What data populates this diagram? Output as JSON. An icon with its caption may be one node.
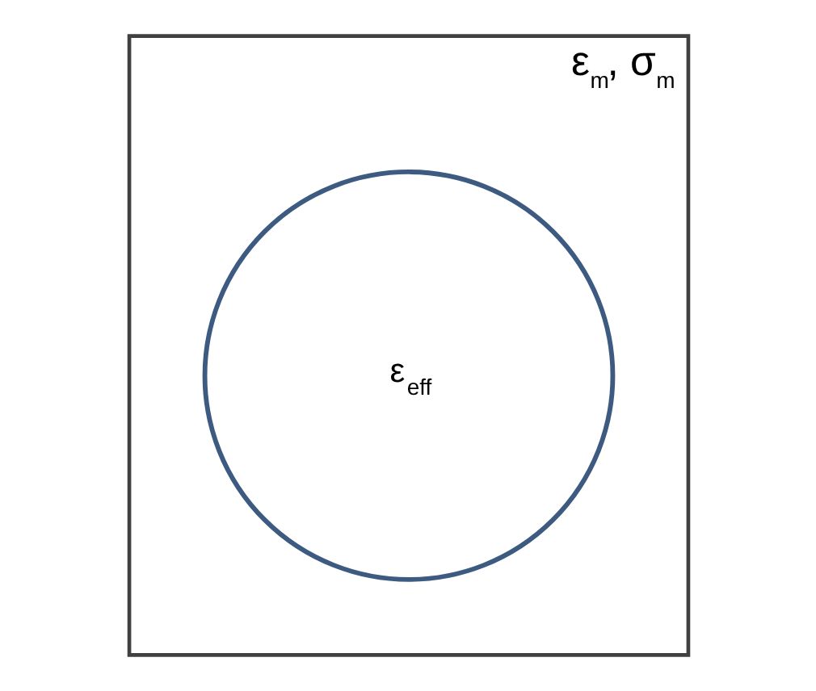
{
  "diagram": {
    "nodes": [
      {
        "text": [
          "ε$_{m}$, σ$_{m}$"
        ]
      },
      {
        "text": [
          "ε$_{eff}$"
        ],
        "in": 0
      }
    ]
  }
}
